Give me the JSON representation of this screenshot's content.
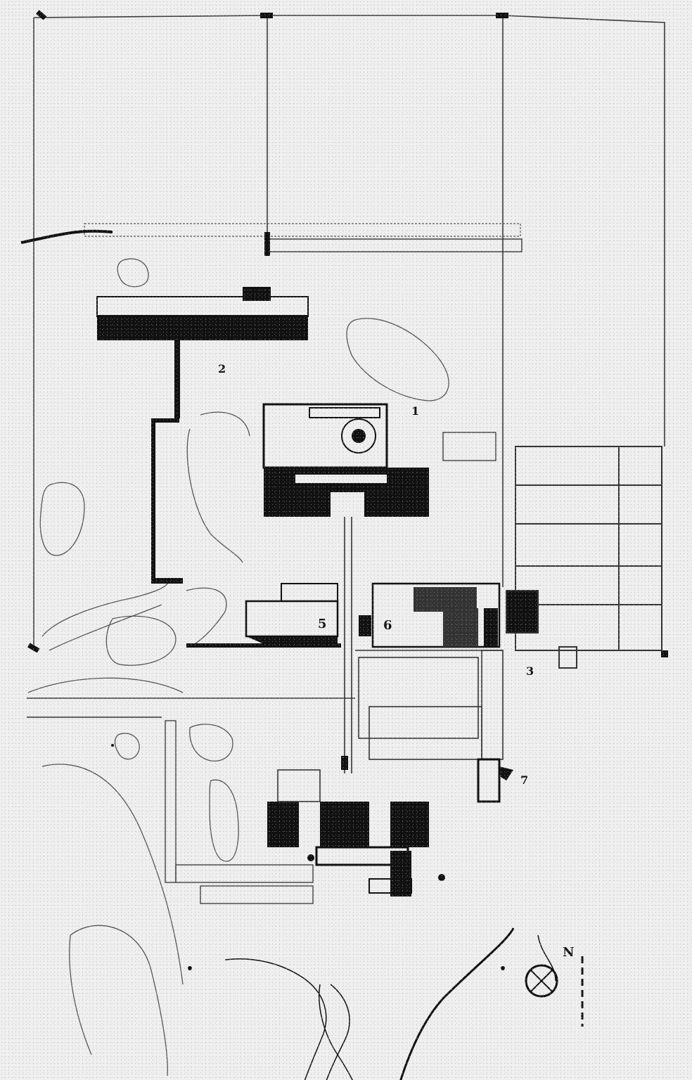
{
  "plan_labels": {
    "l1": "1",
    "l2": "2",
    "l3": "3",
    "l5": "5",
    "l6": "6",
    "l7": "7",
    "north": "N"
  },
  "colors": {
    "ink": "#111111",
    "paper": "#efefef",
    "line": "#3a3a3a"
  }
}
